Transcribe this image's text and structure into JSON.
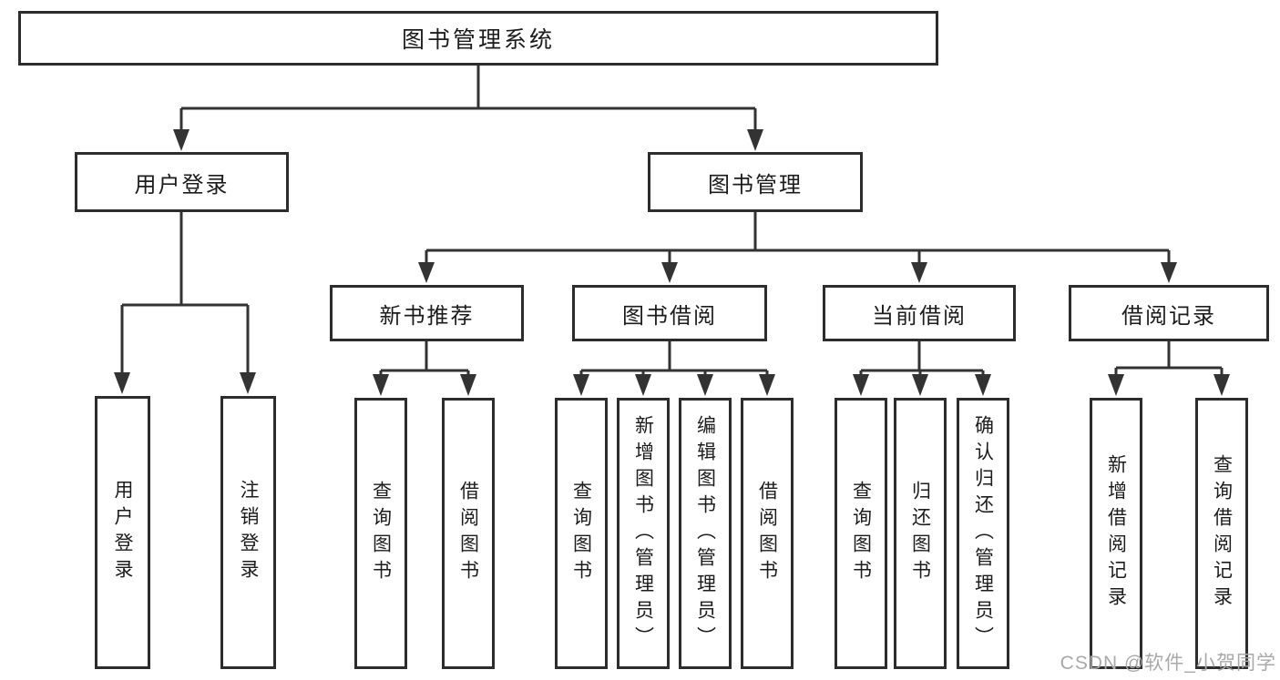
{
  "diagram": {
    "root": {
      "label": "图书管理系统"
    },
    "branches": [
      {
        "label": "用户登录",
        "children": [
          {
            "label": "用户登录"
          },
          {
            "label": "注销登录"
          }
        ]
      },
      {
        "label": "图书管理",
        "sections": [
          {
            "label": "新书推荐",
            "children": [
              {
                "label": "查询图书"
              },
              {
                "label": "借阅图书"
              }
            ]
          },
          {
            "label": "图书借阅",
            "children": [
              {
                "label": "查询图书"
              },
              {
                "label": "新增图书（管理员）"
              },
              {
                "label": "编辑图书（管理员）"
              },
              {
                "label": "借阅图书"
              }
            ]
          },
          {
            "label": "当前借阅",
            "children": [
              {
                "label": "查询图书"
              },
              {
                "label": "归还图书"
              },
              {
                "label": "确认归还（管理员）"
              }
            ]
          },
          {
            "label": "借阅记录",
            "children": [
              {
                "label": "新增借阅记录"
              },
              {
                "label": "查询借阅记录"
              }
            ]
          }
        ]
      }
    ]
  },
  "watermark": {
    "text": "CSDN @软件_小贺同学"
  },
  "colors": {
    "line": "#333333",
    "box_border": "#2d2d2d",
    "text": "#1c1c1c",
    "watermark": "#a9a9a9",
    "background": "#ffffff"
  }
}
